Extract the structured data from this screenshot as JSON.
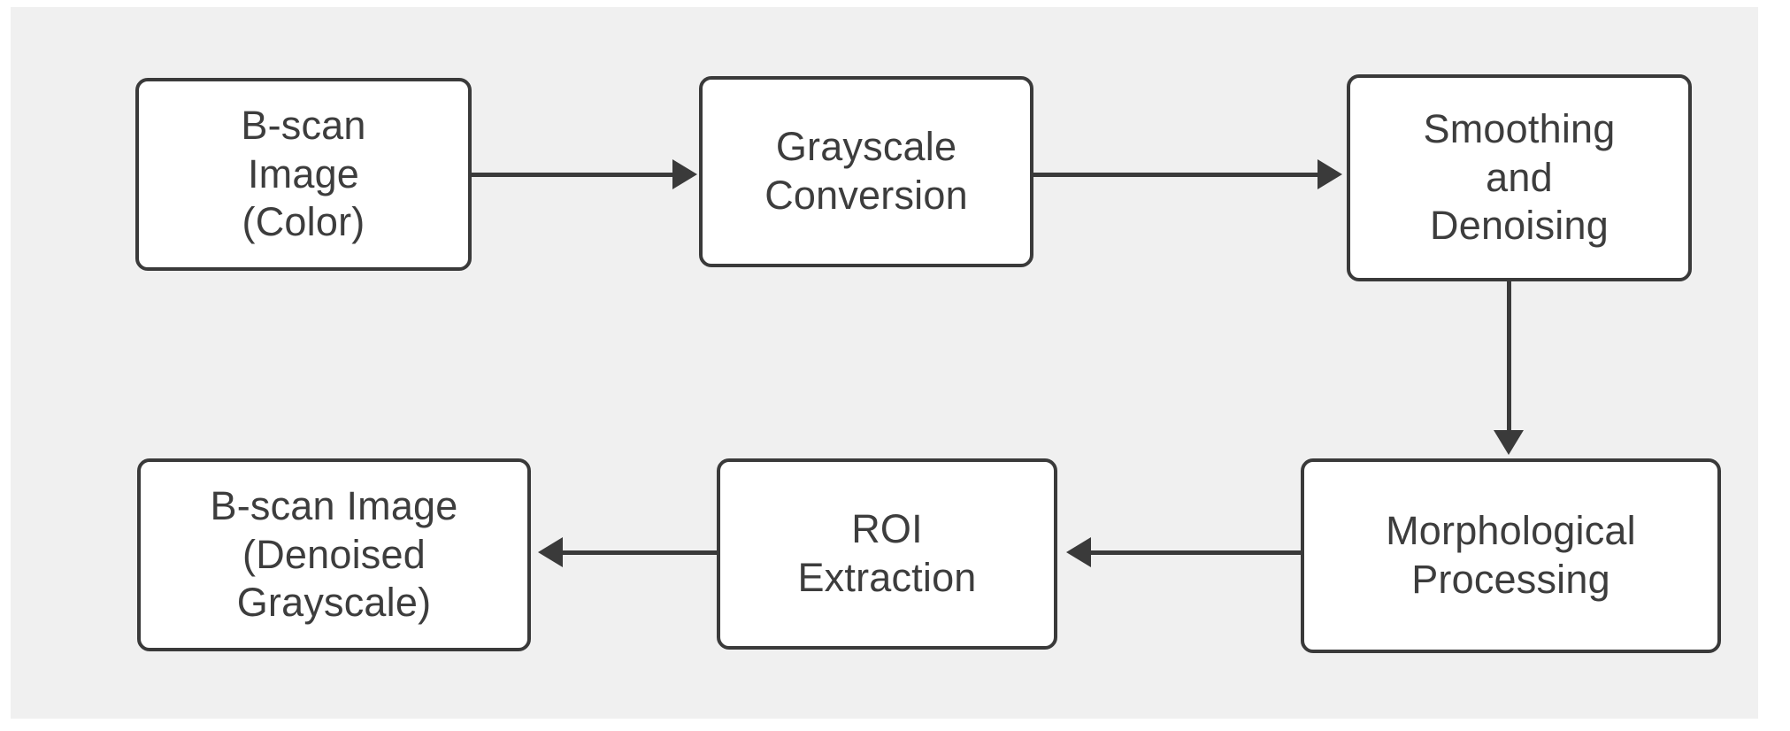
{
  "diagram": {
    "type": "flowchart",
    "title": "",
    "background_color": "#f0f0f0",
    "page_color": "#ffffff",
    "node_fill": "#ffffff",
    "node_border_color": "#3a3a3a",
    "text_color": "#3d3d3d",
    "nodes": [
      {
        "id": "bscan-color",
        "label": "B-scan\nImage\n(Color)",
        "row": "top",
        "order": 1
      },
      {
        "id": "grayscale",
        "label": "Grayscale\nConversion",
        "row": "top",
        "order": 2
      },
      {
        "id": "smoothing",
        "label": "Smoothing\nand\nDenoising",
        "row": "top",
        "order": 3
      },
      {
        "id": "morphological",
        "label": "Morphological\nProcessing",
        "row": "bottom",
        "order": 4
      },
      {
        "id": "roi",
        "label": "ROI\nExtraction",
        "row": "bottom",
        "order": 5
      },
      {
        "id": "bscan-denoised",
        "label": "B-scan Image\n(Denoised\nGrayscale)",
        "row": "bottom",
        "order": 6
      }
    ],
    "edges": [
      {
        "id": "edge-1",
        "from": "bscan-color",
        "to": "grayscale",
        "direction": "right",
        "label": ""
      },
      {
        "id": "edge-2",
        "from": "grayscale",
        "to": "smoothing",
        "direction": "right",
        "label": ""
      },
      {
        "id": "edge-3",
        "from": "smoothing",
        "to": "morphological",
        "direction": "down",
        "label": ""
      },
      {
        "id": "edge-4",
        "from": "morphological",
        "to": "roi",
        "direction": "left",
        "label": ""
      },
      {
        "id": "edge-5",
        "from": "roi",
        "to": "bscan-denoised",
        "direction": "left",
        "label": ""
      }
    ]
  }
}
